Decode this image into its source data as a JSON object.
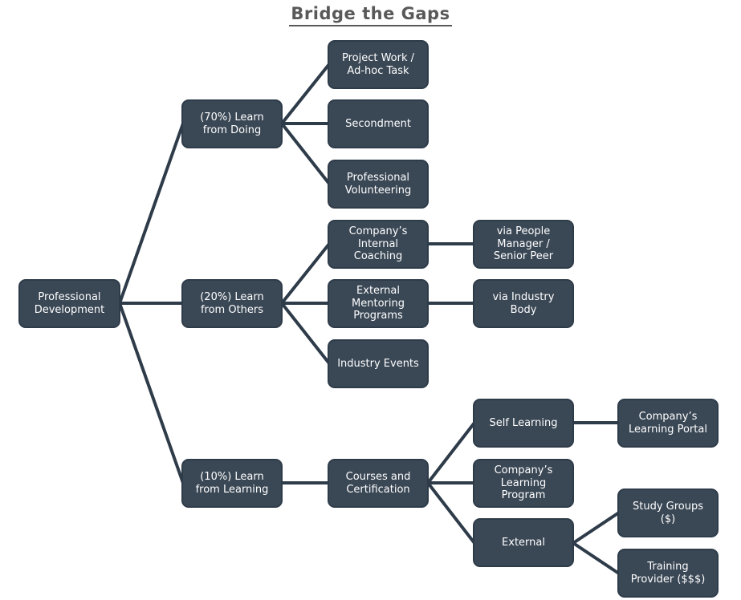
{
  "title": "Bridge the Gaps",
  "colors": {
    "background": "#ffffff",
    "node_fill": "#3A4755",
    "node_border": "#2E3B49",
    "connector": "#2E3B49",
    "node_text": "#ffffff",
    "title_text": "#595959"
  },
  "tree": {
    "root": {
      "label": "Professional Development"
    },
    "branches": [
      {
        "label": "(70%) Learn from Doing",
        "children": [
          {
            "label": "Project Work / Ad-hoc Task"
          },
          {
            "label": "Secondment"
          },
          {
            "label": "Professional Volunteering"
          }
        ]
      },
      {
        "label": "(20%) Learn from Others",
        "children": [
          {
            "label": "Company’s Internal Coaching",
            "children": [
              {
                "label": "via People Manager / Senior Peer"
              }
            ]
          },
          {
            "label": "External Mentoring Programs",
            "children": [
              {
                "label": "via Industry Body"
              }
            ]
          },
          {
            "label": "Industry Events"
          }
        ]
      },
      {
        "label": "(10%) Learn from Learning",
        "children": [
          {
            "label": "Courses and Certification",
            "children": [
              {
                "label": "Self Learning",
                "children": [
                  {
                    "label": "Company’s Learning Portal"
                  }
                ]
              },
              {
                "label": "Company’s Learning Program"
              },
              {
                "label": "External",
                "children": [
                  {
                    "label": "Study Groups ($)"
                  },
                  {
                    "label": "Training Provider ($$$)"
                  }
                ]
              }
            ]
          }
        ]
      }
    ]
  }
}
